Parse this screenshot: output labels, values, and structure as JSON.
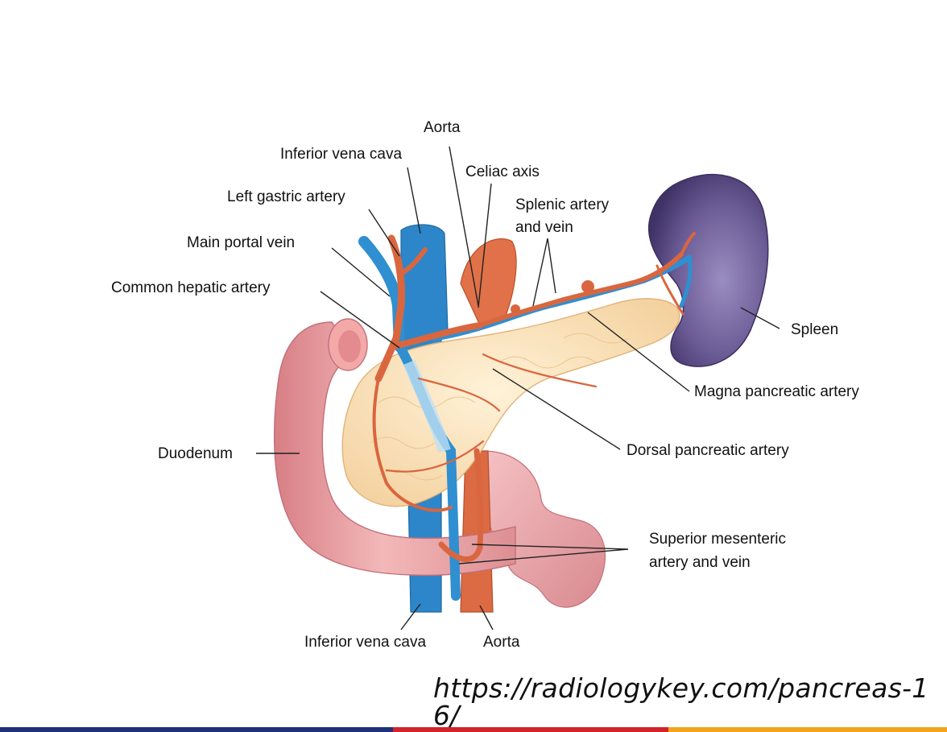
{
  "diagram": {
    "labels": {
      "aorta_top": "Aorta",
      "ivc_top": "Inferior vena cava",
      "celiac": "Celiac axis",
      "left_gastric": "Left gastric artery",
      "splenic_1": "Splenic artery",
      "splenic_2": "and vein",
      "main_portal": "Main portal vein",
      "common_hepatic": "Common hepatic artery",
      "spleen": "Spleen",
      "magna": "Magna pancreatic artery",
      "duodenum": "Duodenum",
      "dorsal": "Dorsal pancreatic artery",
      "sma_1": "Superior mesenteric",
      "sma_2": "artery and vein",
      "ivc_bottom": "Inferior vena cava",
      "aorta_bottom": "Aorta"
    },
    "colors": {
      "artery": "#d9663f",
      "vein": "#2f8fd0",
      "pancreas": "#fbe3b8",
      "duodenum": "#eba4a6",
      "spleen": "#5e4f86"
    }
  },
  "source_url": "https://radiologykey.com/pancreas-16/",
  "footer": {
    "colors": [
      "#1f2f7a",
      "#d2232a",
      "#f1a51c"
    ]
  }
}
